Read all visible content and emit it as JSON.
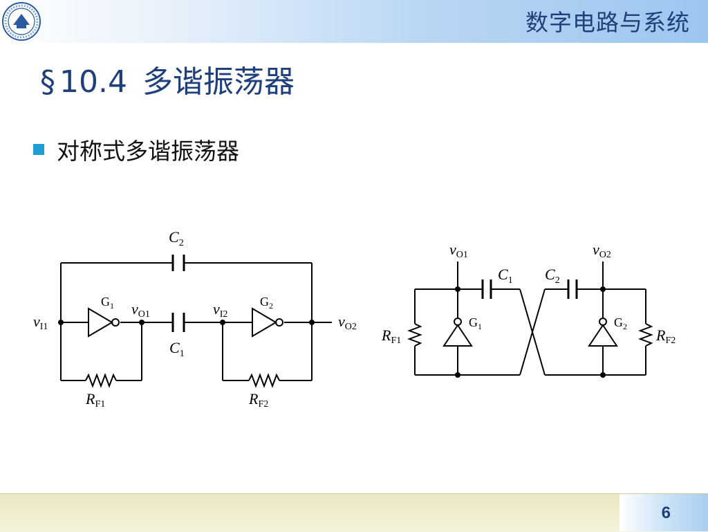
{
  "header": {
    "course_title": "数字电路与系统"
  },
  "slide": {
    "section_symbol": "§",
    "section_number": "10.4",
    "title": "多谐振荡器"
  },
  "bullet": {
    "text": "对称式多谐振荡器"
  },
  "circuit_left": {
    "labels": {
      "c2": "C",
      "c2_sub": "2",
      "g1": "G",
      "g1_sub": "1",
      "g2": "G",
      "g2_sub": "2",
      "vi1": "v",
      "vi1_sub": "I1",
      "vo1": "v",
      "vo1_sub": "O1",
      "vi2": "v",
      "vi2_sub": "I2",
      "vo2": "v",
      "vo2_sub": "O2",
      "c1": "C",
      "c1_sub": "1",
      "rf1": "R",
      "rf1_sub": "F1",
      "rf2": "R",
      "rf2_sub": "F2"
    }
  },
  "circuit_right": {
    "labels": {
      "vo1": "v",
      "vo1_sub": "O1",
      "vo2": "v",
      "vo2_sub": "O2",
      "c1": "C",
      "c1_sub": "1",
      "c2": "C",
      "c2_sub": "2",
      "g1": "G",
      "g1_sub": "1",
      "g2": "G",
      "g2_sub": "2",
      "rf1": "R",
      "rf1_sub": "F1",
      "rf2": "R",
      "rf2_sub": "F2"
    }
  },
  "footer": {
    "page_number": "6"
  },
  "colors": {
    "title": "#1f3f7a",
    "bullet": "#1f9fd6",
    "footer": "#f0eed2"
  },
  "icons": {
    "logo": "university-seal-logo"
  }
}
